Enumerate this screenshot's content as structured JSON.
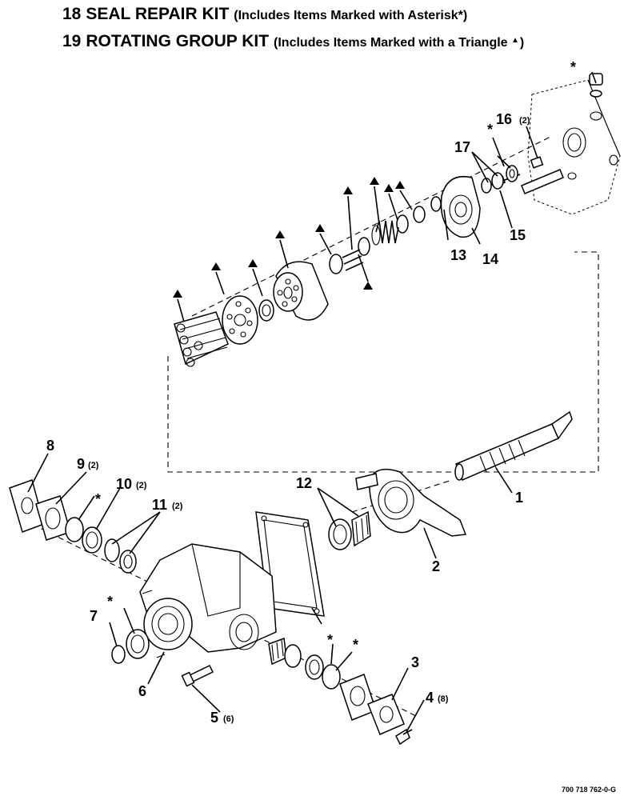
{
  "header": {
    "line1": {
      "number": "18",
      "title": "SEAL REPAIR KIT",
      "note": "(Includes Items Marked with Asterisk*)"
    },
    "line2": {
      "number": "19",
      "title": "ROTATING GROUP KIT",
      "note": "(Includes Items Marked with a Triangle",
      "note_end": ")",
      "triangle": "▲"
    }
  },
  "callouts": {
    "c1": "1",
    "c2": "2",
    "c3": "3",
    "c4": "4",
    "c4q": "(8)",
    "c5": "5",
    "c5q": "(6)",
    "c6": "6",
    "c7": "7",
    "c8": "8",
    "c9": "9",
    "c9q": "(2)",
    "c10": "10",
    "c10q": "(2)",
    "c11": "11",
    "c11q": "(2)",
    "c12": "12",
    "c13": "13",
    "c14": "14",
    "c15": "15",
    "c16": "16",
    "c16q": "(2)",
    "c17": "17"
  },
  "markers": {
    "asterisk": "*"
  },
  "footer": {
    "drawing_code": "700 718 762-0-G"
  }
}
